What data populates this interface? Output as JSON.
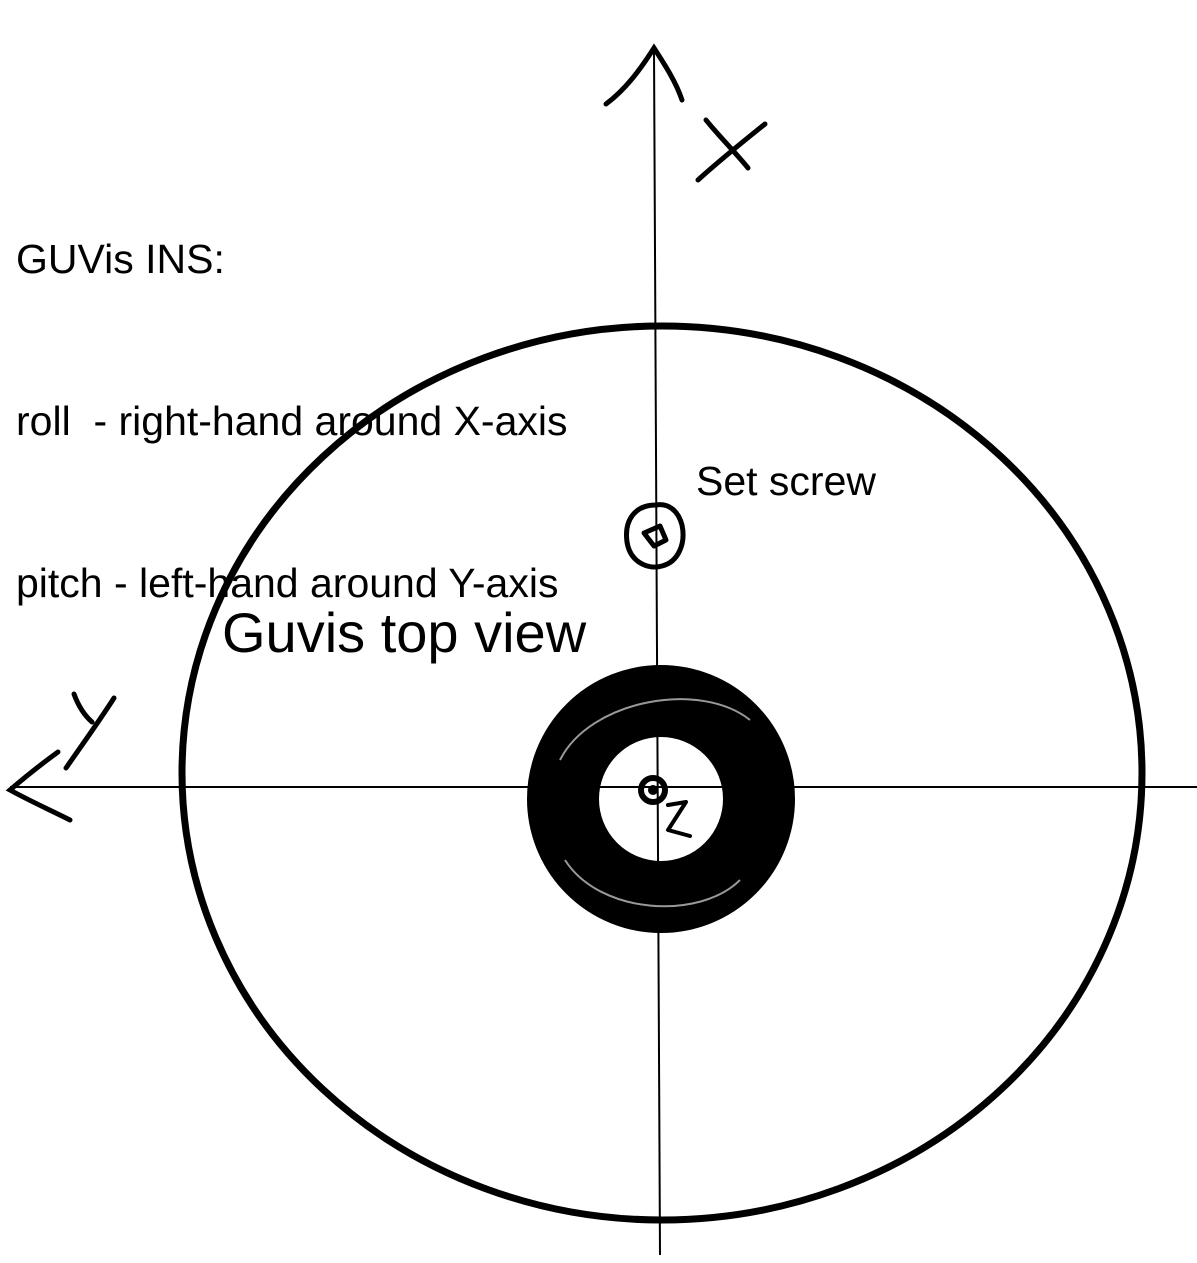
{
  "notes": {
    "line1": "GUVis INS:",
    "line2": "roll  - right-hand around X-axis",
    "line3": "pitch - left-hand around Y-axis"
  },
  "labels": {
    "set_screw": "Set screw",
    "top_view": "Guvis top view"
  },
  "axes": {
    "x_letter": "X",
    "y_letter": "Y",
    "z_letter": "Z"
  }
}
